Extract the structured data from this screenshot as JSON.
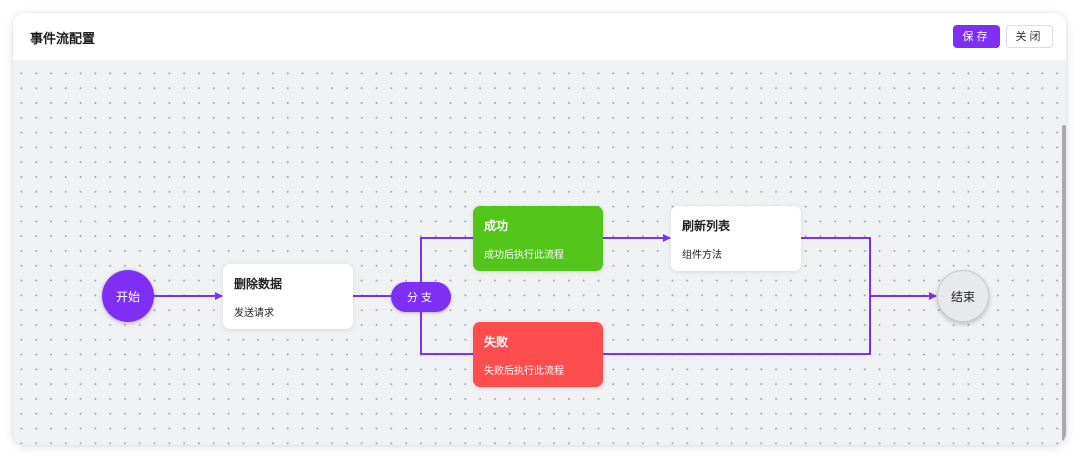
{
  "header": {
    "title": "事件流配置",
    "save_label": "保存",
    "close_label": "关闭"
  },
  "colors": {
    "accent": "#7f2ff4",
    "success": "#52c41a",
    "fail": "#ff4d4f",
    "end_node": "#e8e9ec",
    "canvas_bg": "#f0f1f3"
  },
  "flow": {
    "nodes": [
      {
        "id": "start",
        "type": "start",
        "label": "开始"
      },
      {
        "id": "delete",
        "type": "action",
        "title": "删除数据",
        "subtitle": "发送请求"
      },
      {
        "id": "branch",
        "type": "branch",
        "label": "分支"
      },
      {
        "id": "success",
        "type": "success",
        "title": "成功",
        "subtitle": "成功后执行此流程"
      },
      {
        "id": "fail",
        "type": "fail",
        "title": "失败",
        "subtitle": "失败后执行此流程"
      },
      {
        "id": "refresh",
        "type": "action",
        "title": "刷新列表",
        "subtitle": "组件方法"
      },
      {
        "id": "end",
        "type": "end",
        "label": "结束"
      }
    ],
    "edges": [
      {
        "from": "start",
        "to": "delete",
        "arrow": true
      },
      {
        "from": "delete",
        "to": "branch",
        "arrow": false
      },
      {
        "from": "branch",
        "to": "success",
        "arrow": false
      },
      {
        "from": "branch",
        "to": "fail",
        "arrow": false
      },
      {
        "from": "success",
        "to": "refresh",
        "arrow": true
      },
      {
        "from": "refresh",
        "to": "end",
        "arrow": true
      },
      {
        "from": "fail",
        "to": "end",
        "arrow": true
      }
    ]
  }
}
